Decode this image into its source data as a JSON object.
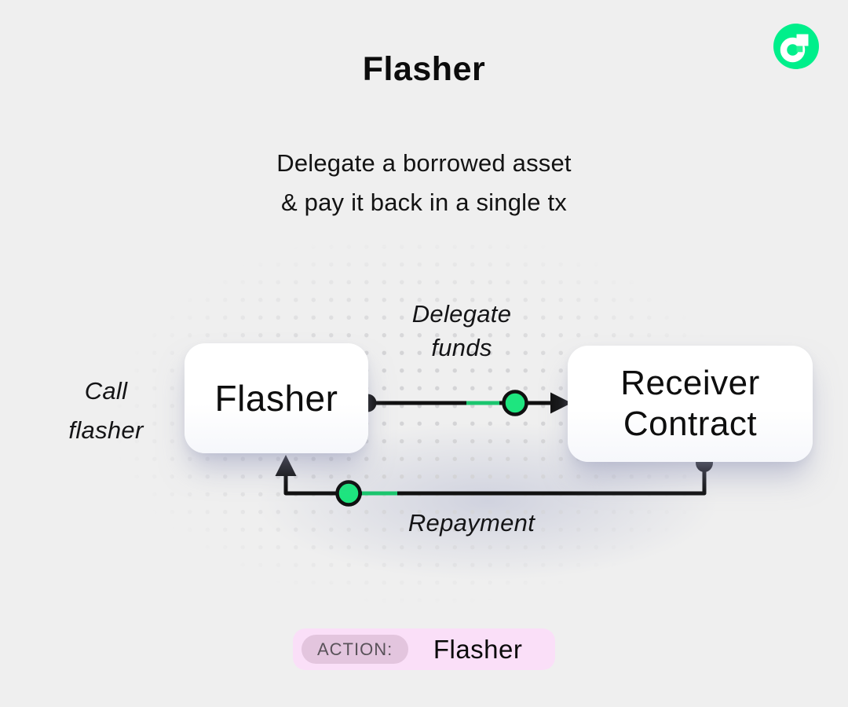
{
  "header": {
    "title": "Flasher",
    "subtitle_line1": "Delegate a borrowed asset",
    "subtitle_line2": "& pay it back in a single tx"
  },
  "logo": {
    "name": "flow-blockchain-logo"
  },
  "diagram": {
    "nodes": {
      "flasher": {
        "label": "Flasher"
      },
      "receiver": {
        "label_line1": "Receiver",
        "label_line2": "Contract"
      }
    },
    "labels": {
      "call_line1": "Call",
      "call_line2": "flasher",
      "delegate_line1": "Delegate",
      "delegate_line2": "funds",
      "repayment": "Repayment"
    }
  },
  "action_badge": {
    "label": "ACTION:",
    "value": "Flasher"
  },
  "colors": {
    "background": "#efefef",
    "dot_grid": "#d4d4d6",
    "line_black": "#101010",
    "connector_green": "#1ee57f",
    "flow_green": "#00ef8b",
    "flow_square_green": "#29f596",
    "node_white": "#ffffff",
    "badge_bg": "#fadff8",
    "badge_key_bg": "#e3c5de",
    "badge_key_text": "#595259"
  }
}
